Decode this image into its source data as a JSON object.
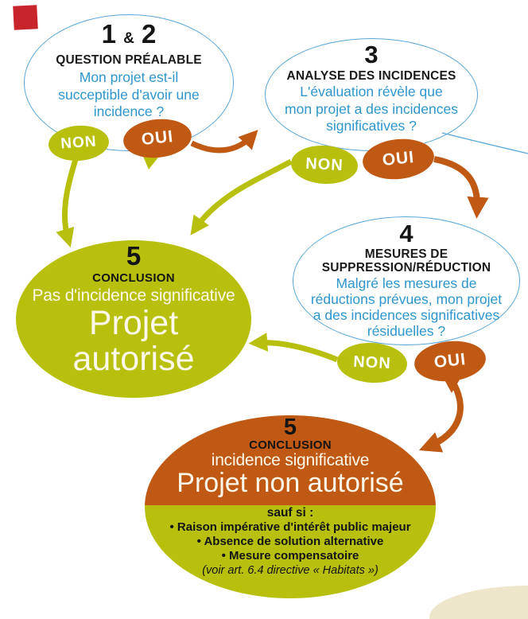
{
  "badge_non": "NON",
  "badge_oui": "OUI",
  "step12": {
    "num_a": "1",
    "amp": "&",
    "num_b": "2",
    "title": "QUESTION PRÉALABLE",
    "q1": "Mon projet est-il",
    "q2": "succeptible d'avoir une",
    "q3": "incidence ?"
  },
  "step3": {
    "num": "3",
    "title": "ANALYSE DES INCIDENCES",
    "q1": "L'évaluation révèle que",
    "q2": "mon projet a des incidences",
    "q3": "significatives ?"
  },
  "step4": {
    "num": "4",
    "title1": "MESURES DE",
    "title2": "SUPPRESSION/RÉDUCTION",
    "q1": "Malgré les mesures de",
    "q2": "réductions prévues, mon projet",
    "q3": "a des incidences significatives",
    "q4": "résiduelles ?"
  },
  "conclusion_ok": {
    "num": "5",
    "title": "CONCLUSION",
    "subtitle": "Pas d'incidence significative",
    "big1": "Projet",
    "big2": "autorisé"
  },
  "conclusion_ko": {
    "num": "5",
    "title": "CONCLUSION",
    "subtitle": "incidence significative",
    "big": "Projet non autorisé",
    "except_label": "sauf si :",
    "b1": "• Raison impérative d'intérêt public majeur",
    "b2": "• Absence de solution alternative",
    "b3": "• Mesure compensatoire",
    "note": "(voir art. 6.4 directive « Habitats »)"
  },
  "colors": {
    "green": "#b8bf0d",
    "orange": "#bf5913",
    "blue_text": "#2e96cd",
    "blue_border": "#58a6d6",
    "light_text": "#fdf7e9",
    "red_mark": "#c7242c",
    "cream": "#ede6cb"
  }
}
